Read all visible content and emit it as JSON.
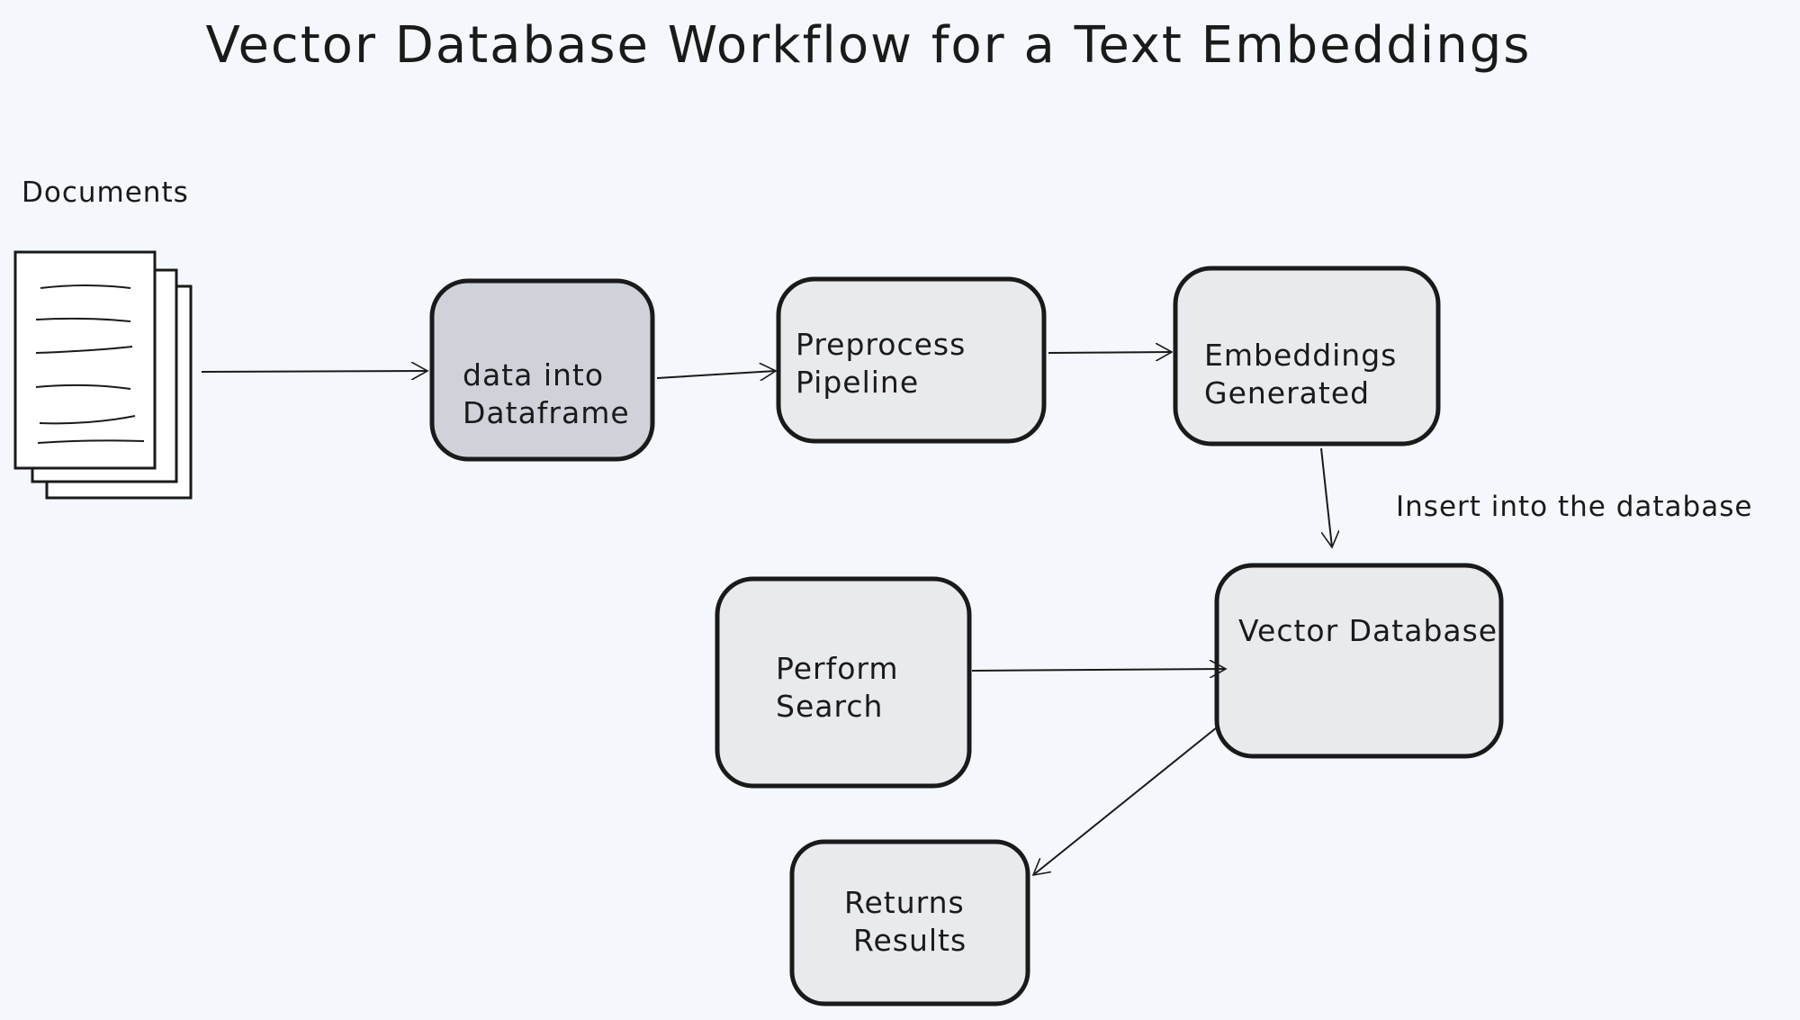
{
  "title": "Vector Database Workflow for a Text Embeddings",
  "labels": {
    "documents": "Documents",
    "insert": "Insert into the database"
  },
  "nodes": {
    "dataframe": {
      "line1": "data into",
      "line2": "Dataframe",
      "fill": "#cfd3d9"
    },
    "preprocess": {
      "line1": "Preprocess",
      "line2": "Pipeline",
      "fill": "#e8eaed"
    },
    "embeddings": {
      "line1": "Embeddings",
      "line2": "Generated",
      "fill": "#e8eaed"
    },
    "vectordb": {
      "line1": "Vector Database",
      "fill": "#e8eaed"
    },
    "search": {
      "line1": "Perform",
      "line2": "Search",
      "fill": "#e8eaed"
    },
    "results": {
      "line1": "Returns",
      "line2": "Results",
      "fill": "#e8eaed"
    }
  },
  "colors": {
    "background": "#f4f8fc",
    "stroke": "#1a1a1a"
  }
}
